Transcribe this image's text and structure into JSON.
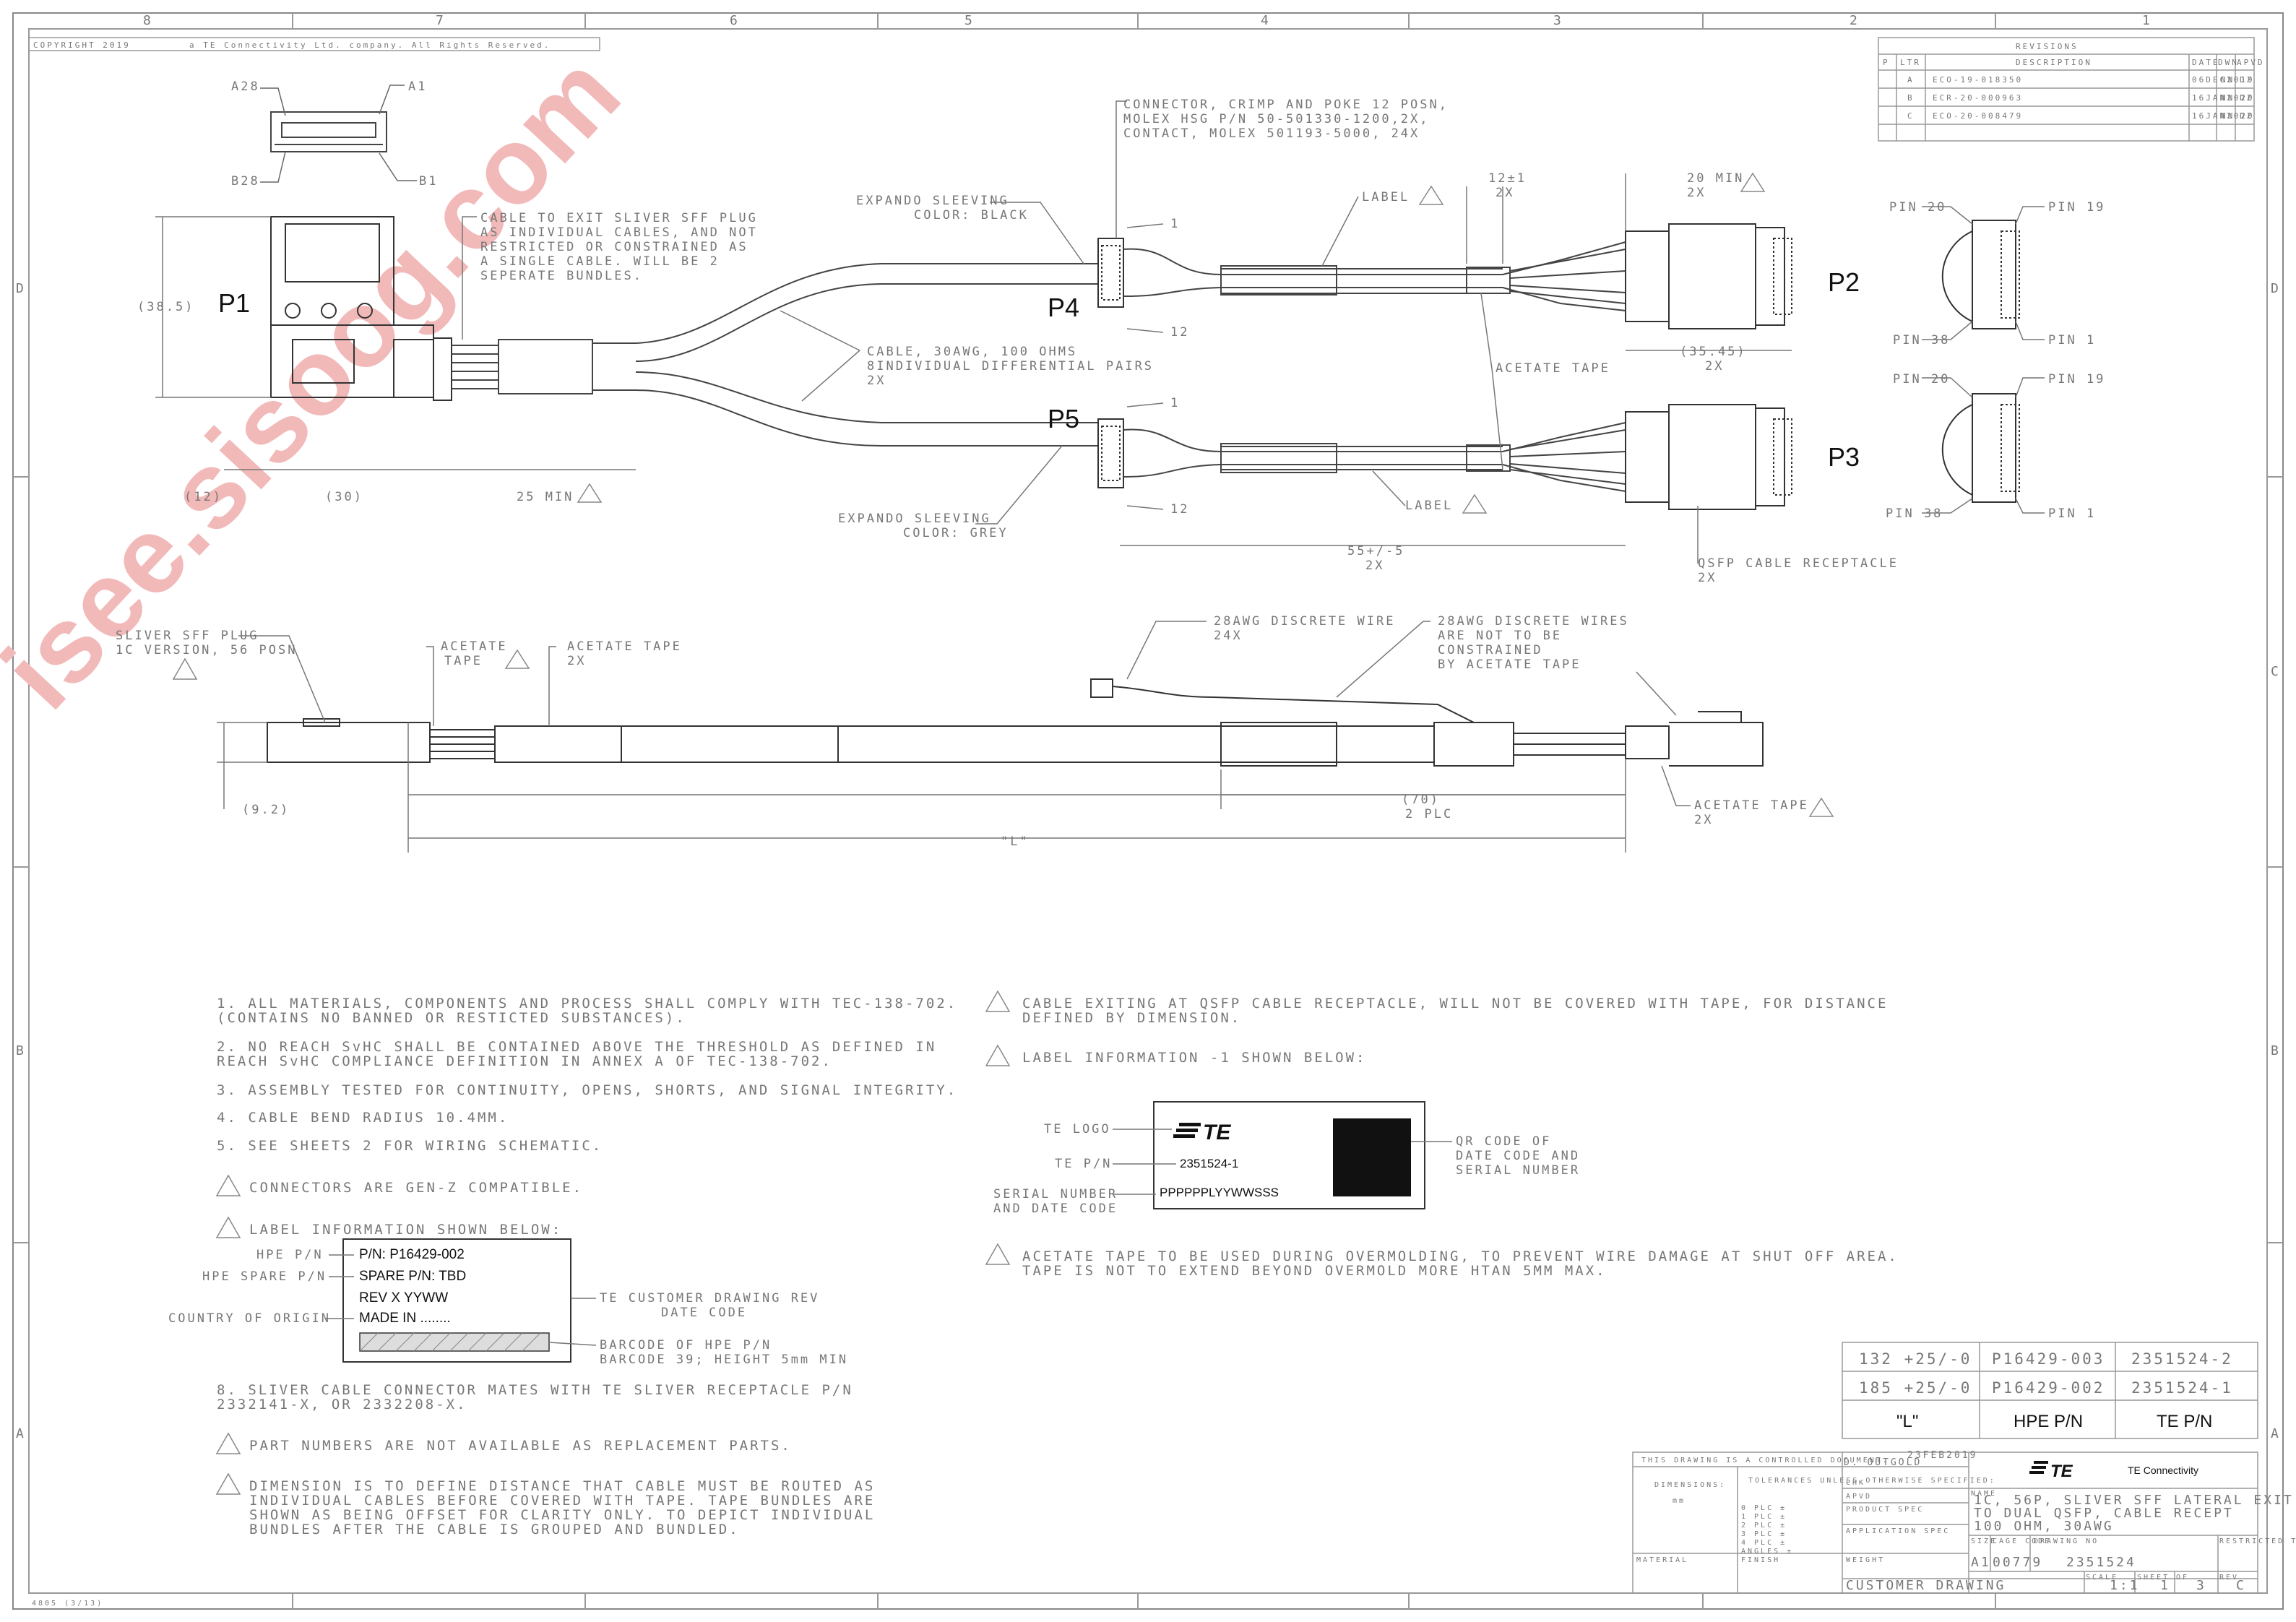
{
  "border": {
    "top_zones": [
      "8",
      "7",
      "6",
      "5",
      "4",
      "3",
      "2",
      "1"
    ],
    "side_zones": [
      "D",
      "C",
      "B",
      "A"
    ]
  },
  "copyright": {
    "left": "COPYRIGHT 2019",
    "right": "a TE Connectivity Ltd. company. All Rights Reserved."
  },
  "watermark": "isee.sisoog.com",
  "revisions": {
    "title": "REVISIONS",
    "headers": [
      "P",
      "LTR",
      "DESCRIPTION",
      "DATE",
      "DWN",
      "APVD"
    ],
    "rows": [
      {
        "ltr": "A",
        "desc": "ECO-19-018350",
        "date": "06DEC2019",
        "dwn": "NN",
        "apvd": "DZ"
      },
      {
        "ltr": "B",
        "desc": "ECR-20-000963",
        "date": "16JAN2020",
        "dwn": "NN",
        "apvd": "DZ"
      },
      {
        "ltr": "C",
        "desc": "ECO-20-008479",
        "date": "16JAN2020",
        "dwn": "NN",
        "apvd": "DZ"
      }
    ]
  },
  "top_view": {
    "pin_a28": "A28",
    "pin_a1": "A1",
    "pin_b28": "B28",
    "pin_b1": "B1",
    "p1": "P1",
    "p2": "P2",
    "p3": "P3",
    "p4": "P4",
    "p5": "P5",
    "dim_38_5": "(38.5)",
    "dim_12": "(12)",
    "dim_30": "(30)",
    "dim_25min": "25 MIN",
    "cable_exit": [
      "CABLE TO EXIT SLIVER SFF PLUG",
      "AS INDIVIDUAL CABLES, AND NOT",
      "RESTRICTED OR CONSTRAINED AS",
      "A SINGLE CABLE. WILL BE 2",
      "SEPERATE BUNDLES."
    ],
    "expando_black": [
      "EXPANDO SLEEVING",
      "COLOR: BLACK"
    ],
    "expando_grey": [
      "EXPANDO SLEEVING",
      "COLOR: GREY"
    ],
    "connector_note": [
      "CONNECTOR, CRIMP AND POKE 12 POSN,",
      "MOLEX HSG P/N 50-501330-1200,2X,",
      "CONTACT, MOLEX 501193-5000, 24X"
    ],
    "label_note": "LABEL",
    "dim_12pm1": "12±1",
    "x2": "2X",
    "dim_20min": "20 MIN",
    "cable_30awg": [
      "CABLE, 30AWG, 100 OHMS",
      "8INDIVIDUAL DIFFERENTIAL PAIRS",
      "2X"
    ],
    "acetate_tape": "ACETATE TAPE",
    "dim_35_45": "(35.45)",
    "dim_55": "55+/-5",
    "qsfp_rec": "QSFP CABLE RECEPTACLE",
    "pin1": "1",
    "pin12": "12",
    "pin20": "PIN 20",
    "pin19": "PIN 19",
    "pin38": "PIN 38",
    "pin_1": "PIN 1"
  },
  "side_view": {
    "sliver_plug": [
      "SLIVER SFF PLUG",
      "1C VERSION, 56 POSN"
    ],
    "acetate_tape_a": [
      "ACETATE",
      "TAPE"
    ],
    "acetate_tape_b": [
      "ACETATE TAPE",
      "2X"
    ],
    "wire_28awg": [
      "28AWG DISCRETE WIRE",
      "24X"
    ],
    "wires_28awg": [
      "28AWG DISCRETE WIRES",
      "ARE NOT TO BE",
      "CONSTRAINED",
      "BY ACETATE TAPE"
    ],
    "dim_9_2": "(9.2)",
    "dim_70": "(70)",
    "plc2": "2 PLC",
    "dim_L": "\"L\"",
    "acetate_tape_c": [
      "ACETATE TAPE",
      "2X"
    ]
  },
  "notes_left": [
    "1. ALL MATERIALS, COMPONENTS AND PROCESS SHALL COMPLY WITH TEC-138-702.",
    "   (CONTAINS NO BANNED OR RESTICTED SUBSTANCES).",
    "2. NO REACH SvHC SHALL BE CONTAINED ABOVE THE THRESHOLD AS DEFINED IN",
    "   REACH SvHC  COMPLIANCE DEFINITION IN ANNEX A OF TEC-138-702.",
    "3. ASSEMBLY TESTED FOR CONTINUITY, OPENS, SHORTS, AND SIGNAL INTEGRITY.",
    "4. CABLE BEND RADIUS 10.4MM.",
    "5. SEE SHEETS 2 FOR WIRING SCHEMATIC."
  ],
  "note6": "CONNECTORS ARE GEN-Z COMPATIBLE.",
  "note7": "LABEL INFORMATION SHOWN BELOW:",
  "hpe_label": {
    "lines": [
      "P/N: P16429-002",
      "SPARE P/N: TBD",
      "REV X    YYWW",
      "MADE IN ........"
    ],
    "callouts": [
      "HPE P/N",
      "HPE SPARE P/N",
      "COUNTRY OF ORIGIN"
    ],
    "right_a": [
      "TE CUSTOMER DRAWING REV",
      "DATE CODE"
    ],
    "right_b": [
      "BARCODE OF HPE P/N",
      "BARCODE 39; HEIGHT 5mm MIN"
    ]
  },
  "note8": [
    "8.  SLIVER CABLE CONNECTOR MATES WITH TE SLIVER RECEPTACLE P/N",
    "    2332141-X, OR 2332208-X."
  ],
  "note9": "PART NUMBERS ARE NOT AVAILABLE AS REPLACEMENT PARTS.",
  "note10": [
    "DIMENSION IS TO DEFINE DISTANCE THAT CABLE MUST BE ROUTED AS",
    "INDIVIDUAL CABLES BEFORE COVERED WITH TAPE. TAPE BUNDLES ARE",
    "SHOWN AS BEING OFFSET FOR CLARITY ONLY. TO DEPICT INDIVIDUAL",
    "BUNDLES AFTER THE CABLE IS GROUPED AND BUNDLED."
  ],
  "note11": [
    "CABLE EXITING AT QSFP CABLE RECEPTACLE, WILL NOT BE COVERED WITH TAPE, FOR DISTANCE",
    "DEFINED BY DIMENSION."
  ],
  "note12": "LABEL INFORMATION -1 SHOWN BELOW:",
  "te_label": {
    "logo": "TE",
    "pn": "2351524-1",
    "serial": "PPPPPPLYYWWSSS",
    "callout_logo": "TE LOGO",
    "callout_pn": "TE P/N",
    "callout_serial": [
      "SERIAL NUMBER",
      "AND DATE CODE"
    ],
    "callout_qr": [
      "QR CODE OF",
      "DATE CODE AND",
      "SERIAL NUMBER"
    ]
  },
  "note13": [
    "ACETATE TAPE TO BE USED DURING OVERMOLDING, TO PREVENT WIRE DAMAGE AT SHUT OFF AREA.",
    "TAPE IS NOT TO EXTEND BEYOND OVERMOLD MORE HTAN 5MM MAX."
  ],
  "pn_table": {
    "rows": [
      [
        "132 +25/-0",
        "P16429-003",
        "2351524-2"
      ],
      [
        "185 +25/-0",
        "P16429-002",
        "2351524-1"
      ]
    ],
    "headers": [
      "\"L\"",
      "HPE P/N",
      "TE P/N"
    ]
  },
  "title_block": {
    "controlled": "THIS DRAWING IS A CONTROLLED DOCUMENT.",
    "company": "TE Connectivity",
    "logo": "TE",
    "title": [
      "1C, 56P, SLIVER SFF LATERAL EXIT",
      "TO DUAL QSFP, CABLE RECEPT",
      "100 OHM, 30AWG"
    ],
    "dwn": "D. OUTGOLD",
    "date": "23FEB2019",
    "size": "A1",
    "cage": "00779",
    "drawing_no": "2351524",
    "customer": "CUSTOMER DRAWING",
    "scale": "1:1",
    "sheet": "1",
    "of": "3",
    "rev": "C",
    "small": [
      "DIMENSIONS:",
      "TOLERANCES UNLESS OTHERWISE SPECIFIED:",
      "mm",
      "CHK",
      "APVD",
      "PRODUCT SPEC",
      "APPLICATION SPEC",
      "WEIGHT",
      "MATERIAL",
      "FINISH",
      "SIZE",
      "CAGE CODE",
      "DRAWING NO",
      "RESTRICTED TO",
      "NAME",
      "SCALE",
      "SHEET",
      "OF",
      "REV"
    ],
    "tol": [
      "0 PLC   ±",
      "1 PLC   ±",
      "2 PLC   ±",
      "3 PLC   ±",
      "4 PLC   ±",
      "ANGLES  ±"
    ]
  },
  "form_no": "4805 (3/13)"
}
